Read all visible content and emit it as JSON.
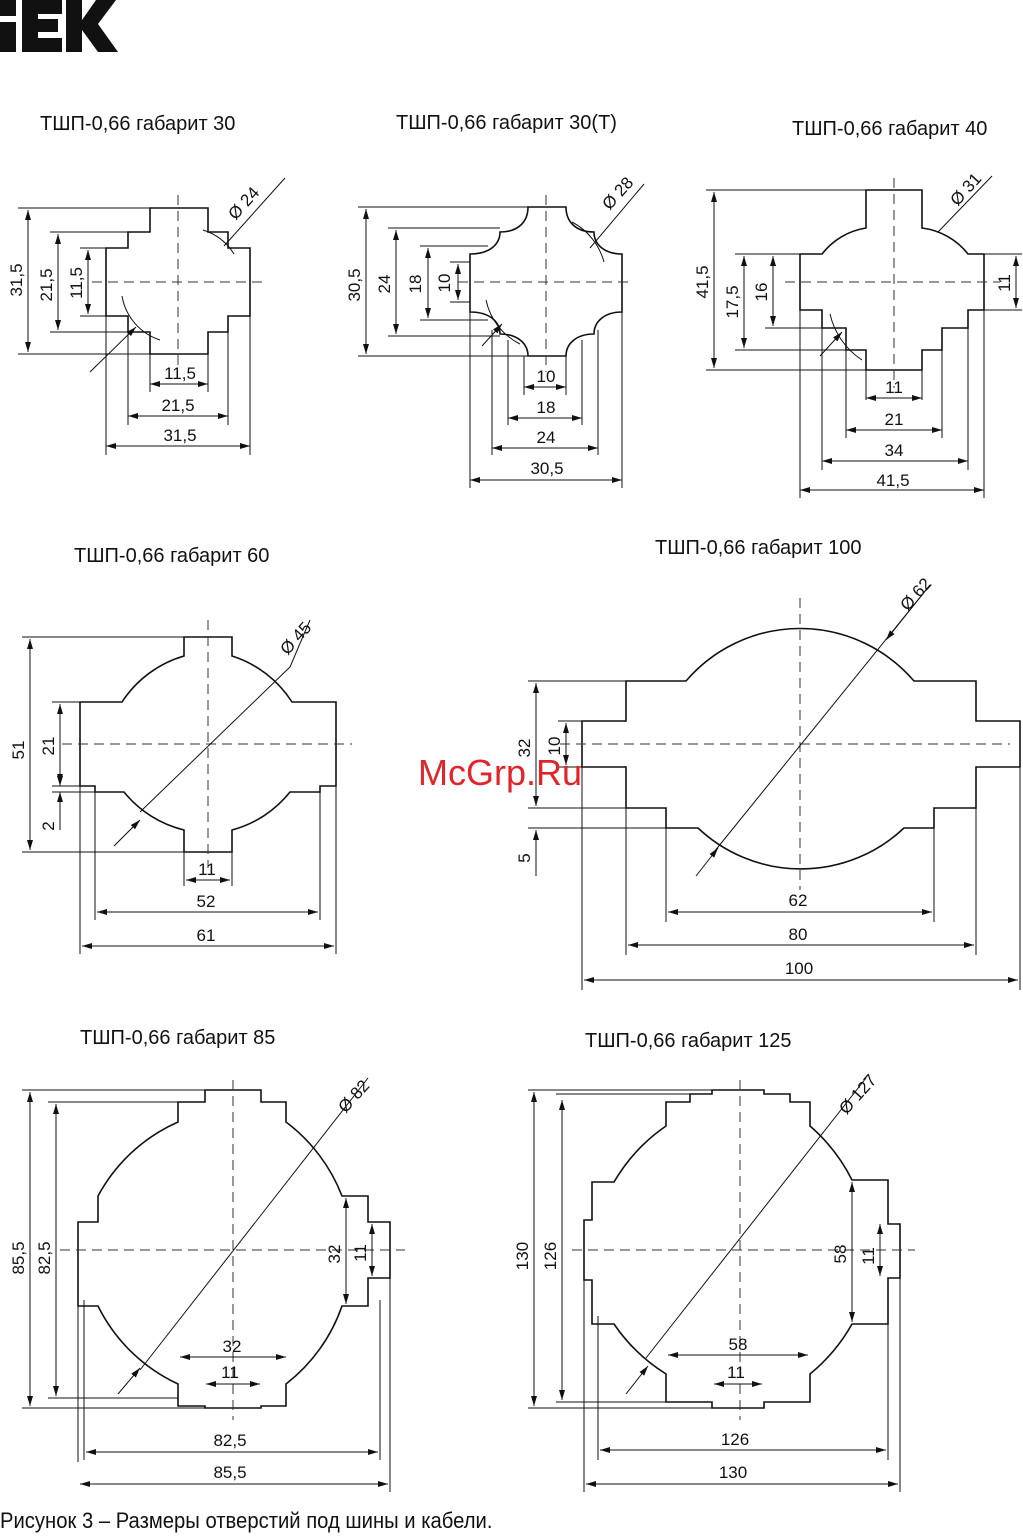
{
  "header": {
    "logo_text": "IEK"
  },
  "figures": [
    {
      "title": "ТШП-0,66 габарит 30",
      "diameter": "Ø 24",
      "dims": [
        "31,5",
        "21,5",
        "11,5",
        "11,5",
        "21,5",
        "31,5"
      ]
    },
    {
      "title": "ТШП-0,66 габарит 30(Т)",
      "diameter": "Ø 28",
      "dims": [
        "30,5",
        "24",
        "18",
        "10",
        "10",
        "18",
        "24",
        "30,5"
      ]
    },
    {
      "title": "ТШП-0,66 габарит 40",
      "diameter": "Ø 31",
      "dims": [
        "41,5",
        "17,5",
        "16",
        "11",
        "11",
        "21",
        "34",
        "41,5"
      ]
    },
    {
      "title": "ТШП-0,66 габарит 60",
      "diameter": "Ø 45",
      "dims": [
        "51",
        "21",
        "2",
        "11",
        "52",
        "61"
      ]
    },
    {
      "title": "ТШП-0,66 габарит 100",
      "diameter": "Ø 62",
      "dims": [
        "32",
        "10",
        "5",
        "62",
        "80",
        "100"
      ]
    },
    {
      "title": "ТШП-0,66 габарит 85",
      "diameter": "Ø 82",
      "dims": [
        "85,5",
        "82,5",
        "32",
        "11",
        "32",
        "11",
        "82,5",
        "85,5"
      ]
    },
    {
      "title": "ТШП-0,66 габарит 125",
      "diameter": "Ø 127",
      "dims": [
        "130",
        "126",
        "58",
        "11",
        "58",
        "11",
        "126",
        "130"
      ]
    }
  ],
  "caption": "Рисунок 3 – Размеры отверстий под шины и кабели.",
  "watermark": "McGrp.Ru",
  "colors": {
    "watermark": "#e0242b",
    "line": "#111111"
  }
}
